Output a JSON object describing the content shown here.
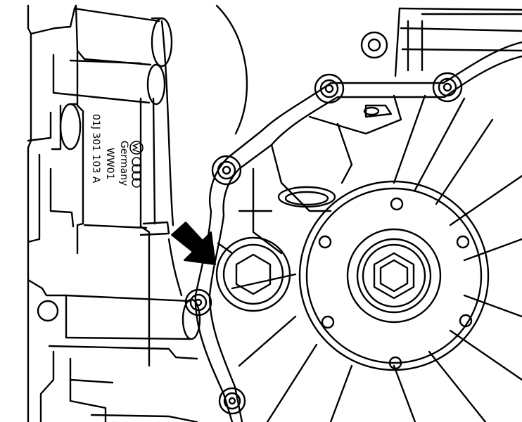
{
  "casting_marking": {
    "line1": "Germany",
    "line2": "WW01",
    "line3": "01J 301 103 A"
  },
  "colors": {
    "line": "#000000",
    "background": "#ffffff"
  },
  "icons": {
    "arrow": "arrow-pointer-icon",
    "logo": "vw-logo-icon",
    "rings": "four-rings-logo-icon"
  }
}
